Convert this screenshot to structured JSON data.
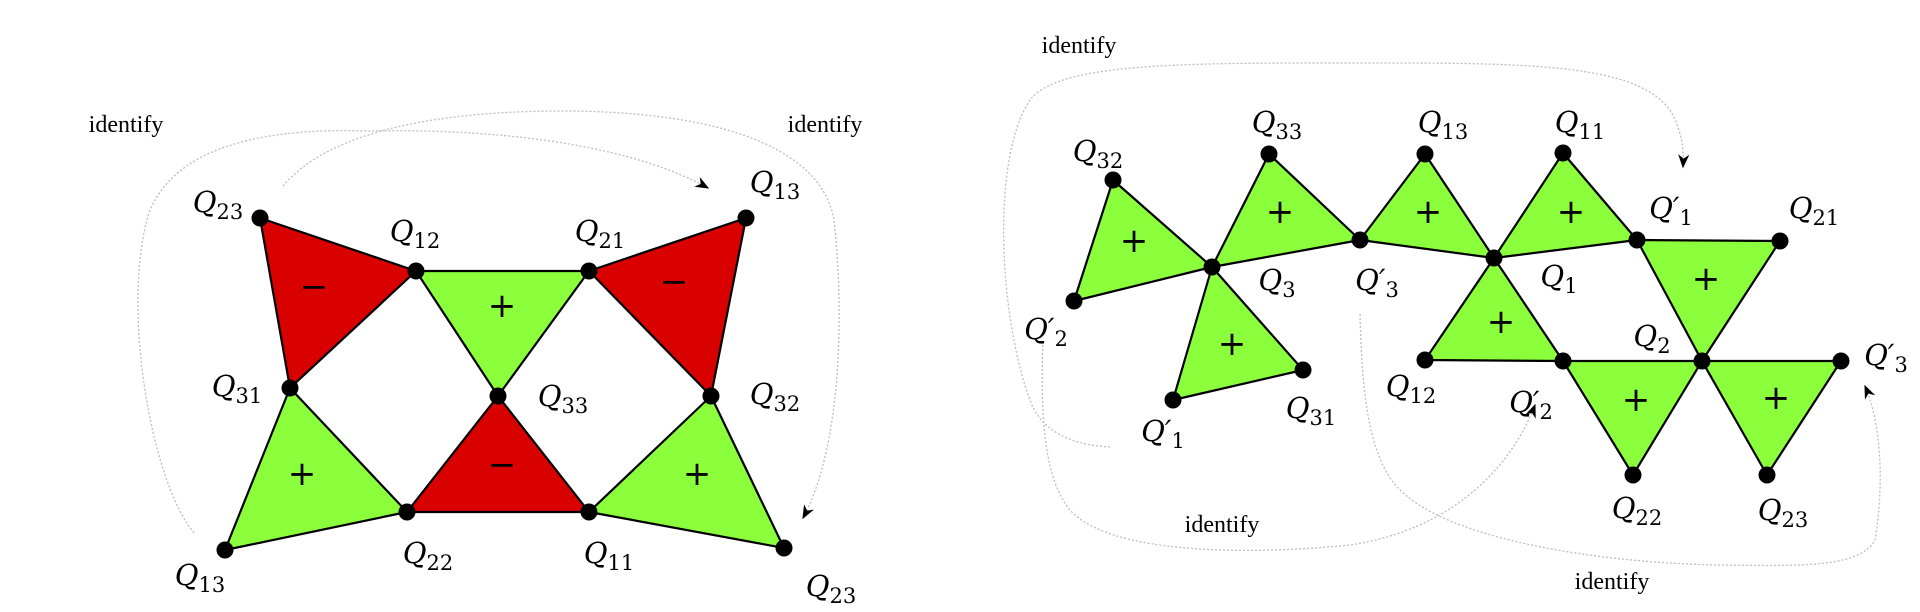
{
  "colors": {
    "positive": "#8cff3c",
    "negative": "#d90000",
    "edge": "#000000",
    "guide": "#bdbdbd"
  },
  "left_diagram": {
    "vertices": [
      {
        "main": "Q",
        "sub": "23"
      },
      {
        "main": "Q",
        "sub": "12"
      },
      {
        "main": "Q",
        "sub": "21"
      },
      {
        "main": "Q",
        "sub": "13"
      },
      {
        "main": "Q",
        "sub": "31"
      },
      {
        "main": "Q",
        "sub": "33"
      },
      {
        "main": "Q",
        "sub": "32"
      },
      {
        "main": "Q",
        "sub": "13"
      },
      {
        "main": "Q",
        "sub": "22"
      },
      {
        "main": "Q",
        "sub": "11"
      },
      {
        "main": "Q",
        "sub": "23"
      }
    ],
    "triangles": [
      {
        "sign": "−",
        "type": "negative"
      },
      {
        "sign": "+",
        "type": "positive"
      },
      {
        "sign": "−",
        "type": "negative"
      },
      {
        "sign": "+",
        "type": "positive"
      },
      {
        "sign": "−",
        "type": "negative"
      },
      {
        "sign": "+",
        "type": "positive"
      }
    ],
    "annotations": [
      "identify",
      "identify"
    ]
  },
  "right_diagram": {
    "vertices": [
      {
        "main": "Q",
        "sub": "32"
      },
      {
        "main": "Q",
        "sub": "33"
      },
      {
        "main": "Q",
        "sub": "13"
      },
      {
        "main": "Q",
        "sub": "11"
      },
      {
        "main": "Q′",
        "sub": "2"
      },
      {
        "main": "Q",
        "sub": "3"
      },
      {
        "main": "Q′",
        "sub": "3"
      },
      {
        "main": "Q",
        "sub": "1"
      },
      {
        "main": "Q′",
        "sub": "1"
      },
      {
        "main": "Q",
        "sub": "21"
      },
      {
        "main": "Q′",
        "sub": "1"
      },
      {
        "main": "Q",
        "sub": "31"
      },
      {
        "main": "Q",
        "sub": "12"
      },
      {
        "main": "Q′",
        "sub": "2"
      },
      {
        "main": "Q",
        "sub": "2"
      },
      {
        "main": "Q′",
        "sub": "3"
      },
      {
        "main": "Q",
        "sub": "22"
      },
      {
        "main": "Q",
        "sub": "23"
      }
    ],
    "triangles": [
      {
        "sign": "+",
        "type": "positive"
      },
      {
        "sign": "+",
        "type": "positive"
      },
      {
        "sign": "+",
        "type": "positive"
      },
      {
        "sign": "+",
        "type": "positive"
      },
      {
        "sign": "+",
        "type": "positive"
      },
      {
        "sign": "+",
        "type": "positive"
      },
      {
        "sign": "+",
        "type": "positive"
      },
      {
        "sign": "+",
        "type": "positive"
      },
      {
        "sign": "+",
        "type": "positive"
      }
    ],
    "annotations": [
      "identify",
      "identify",
      "identify"
    ]
  }
}
